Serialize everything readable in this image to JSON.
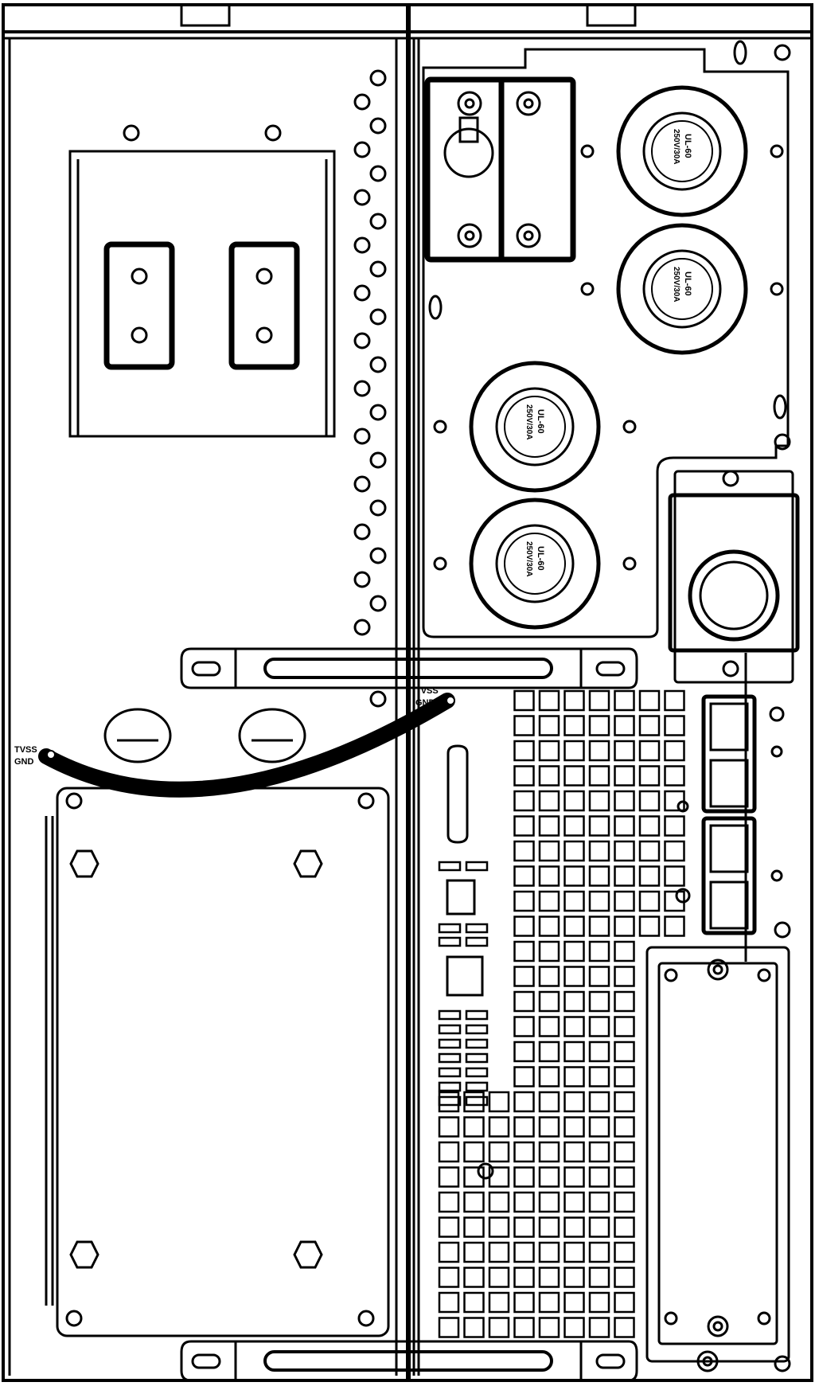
{
  "labels": {
    "tvss_left": "TVSS",
    "gnd_left": "GND",
    "tvss_right": "TVSS",
    "gnd_right": "GND"
  },
  "outlet": {
    "text_line1": "UL-60",
    "text_line2": "250V/30A",
    "count": 4
  },
  "colors": {
    "stroke": "#000000",
    "background": "#ffffff"
  }
}
